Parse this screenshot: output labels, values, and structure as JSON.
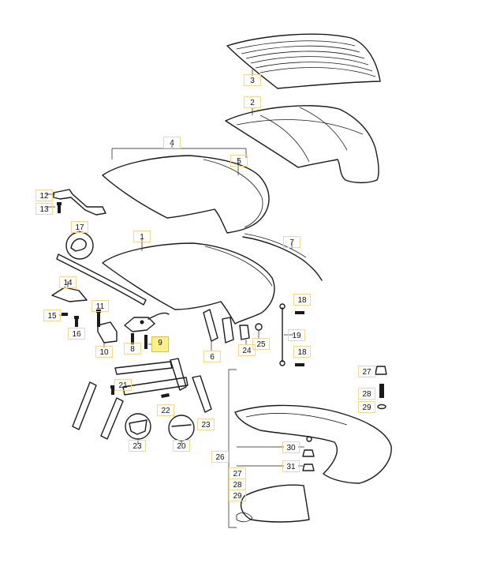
{
  "diagram": {
    "callouts": [
      {
        "key": "c3",
        "label": "3"
      },
      {
        "key": "c2",
        "label": "2"
      },
      {
        "key": "c4",
        "label": "4"
      },
      {
        "key": "c5",
        "label": "5"
      },
      {
        "key": "c12",
        "label": "12"
      },
      {
        "key": "c13",
        "label": "13"
      },
      {
        "key": "c17",
        "label": "17"
      },
      {
        "key": "c1",
        "label": "1"
      },
      {
        "key": "c7",
        "label": "7"
      },
      {
        "key": "c14",
        "label": "14"
      },
      {
        "key": "c11",
        "label": "11"
      },
      {
        "key": "c15",
        "label": "15"
      },
      {
        "key": "c16",
        "label": "16"
      },
      {
        "key": "c10",
        "label": "10"
      },
      {
        "key": "c8",
        "label": "8"
      },
      {
        "key": "c9",
        "label": "9"
      },
      {
        "key": "c6",
        "label": "6"
      },
      {
        "key": "c24",
        "label": "24"
      },
      {
        "key": "c25",
        "label": "25"
      },
      {
        "key": "c18a",
        "label": "18"
      },
      {
        "key": "c19",
        "label": "19"
      },
      {
        "key": "c18b",
        "label": "18"
      },
      {
        "key": "c27a",
        "label": "27"
      },
      {
        "key": "c28a",
        "label": "28"
      },
      {
        "key": "c29a",
        "label": "29"
      },
      {
        "key": "c21",
        "label": "21"
      },
      {
        "key": "c22",
        "label": "22"
      },
      {
        "key": "c23a",
        "label": "23"
      },
      {
        "key": "c23b",
        "label": "23"
      },
      {
        "key": "c20",
        "label": "20"
      },
      {
        "key": "c30",
        "label": "30"
      },
      {
        "key": "c26",
        "label": "26"
      },
      {
        "key": "c31",
        "label": "31"
      },
      {
        "key": "c27b",
        "label": "27"
      },
      {
        "key": "c28b",
        "label": "28"
      },
      {
        "key": "c29b",
        "label": "29"
      }
    ],
    "selected_callout": "9",
    "colors": {
      "line": "#1a1a1a",
      "highlight": "#fff08a",
      "callout_border": "#f0d890"
    }
  }
}
